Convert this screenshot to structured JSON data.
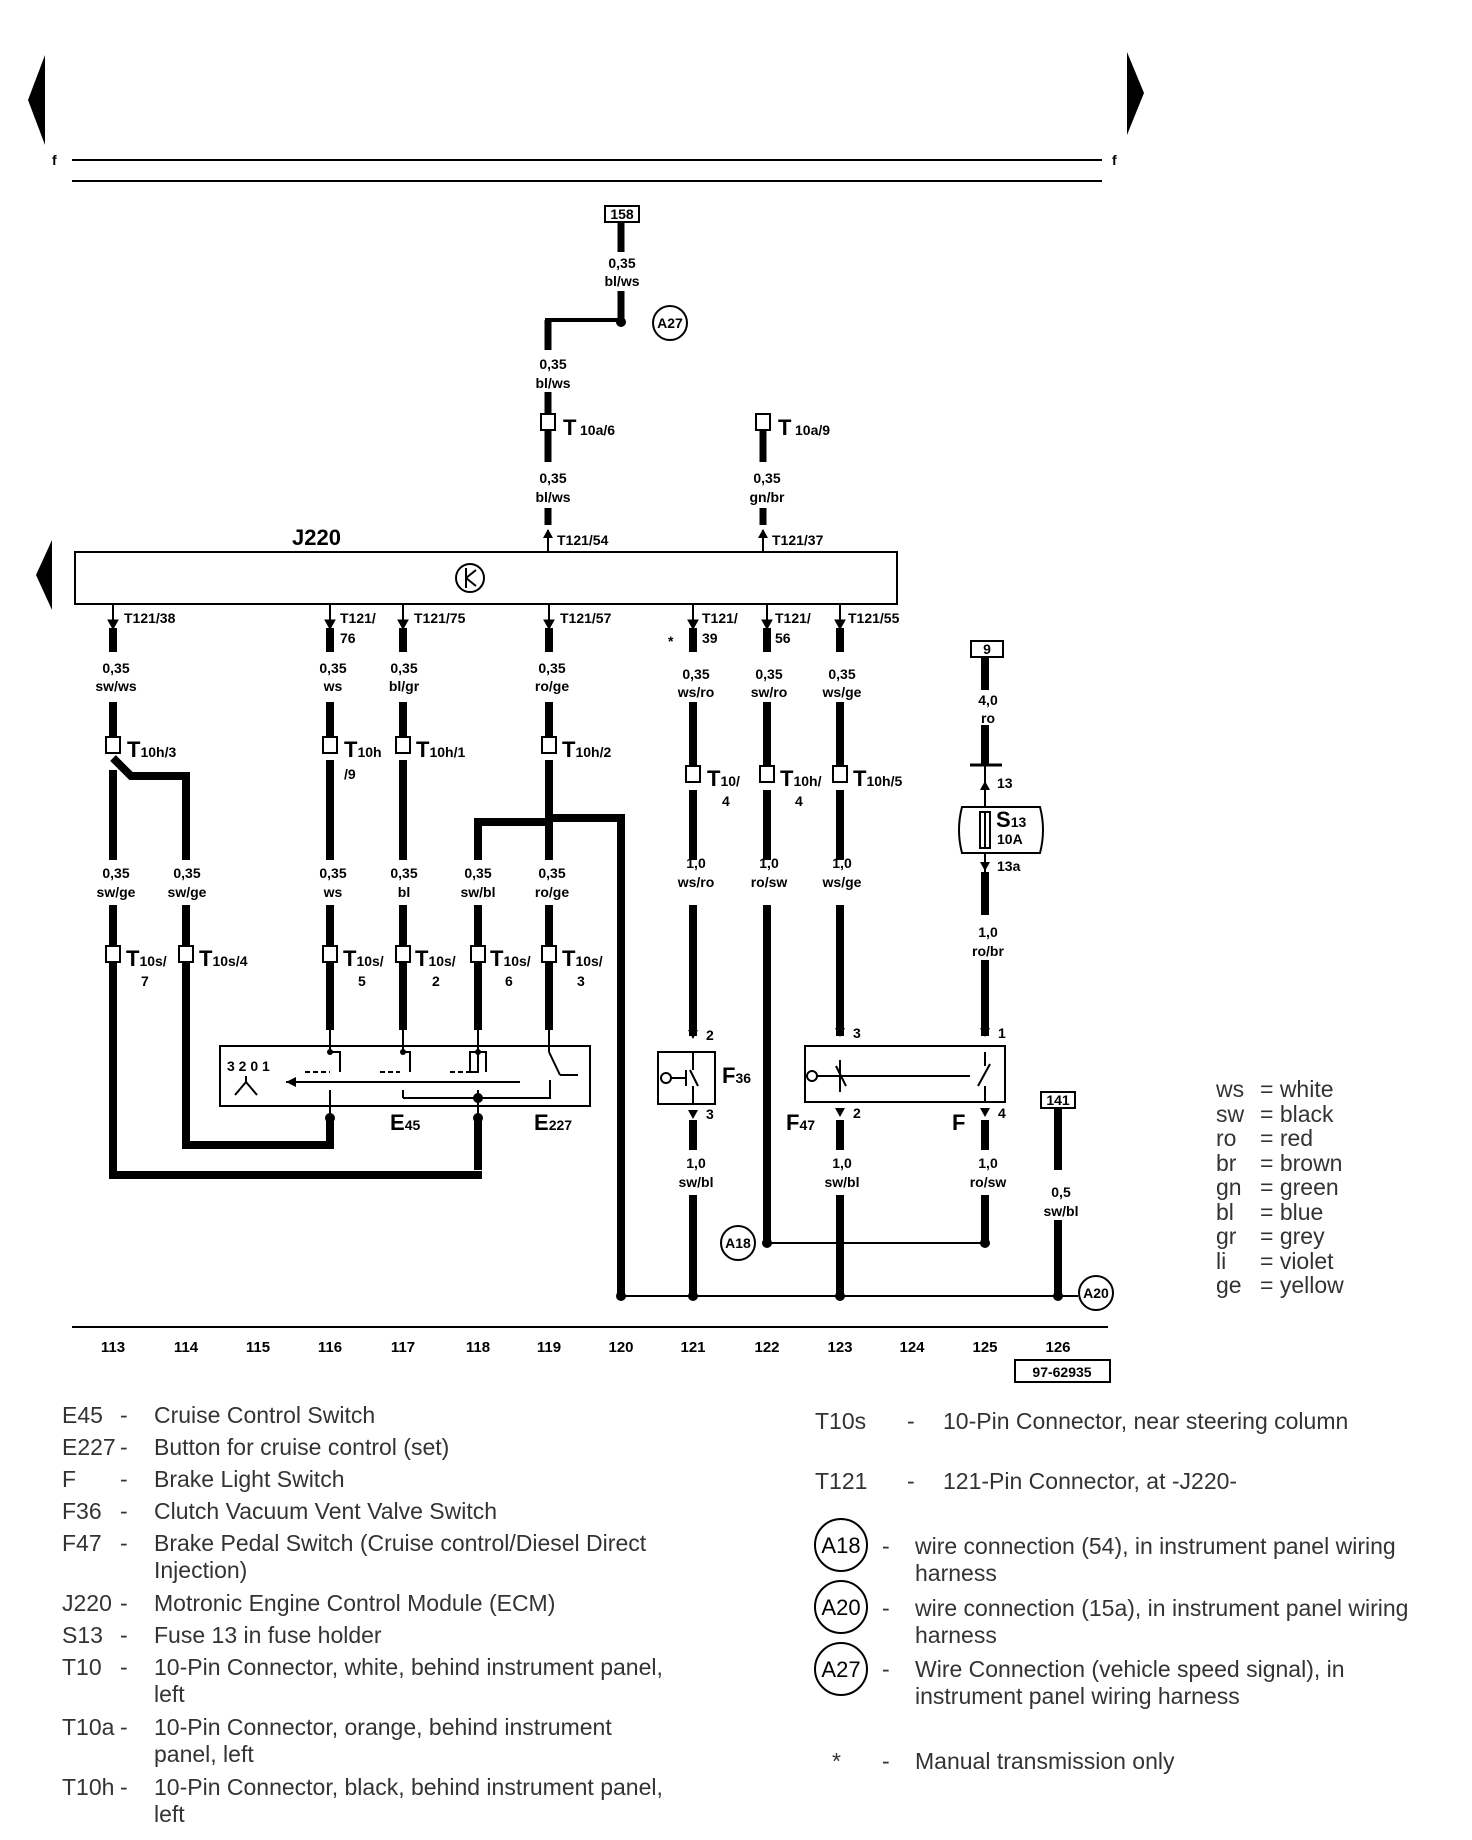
{
  "page_mark": "f",
  "module": {
    "label": "J220"
  },
  "ref_boxes": {
    "top": "158",
    "s13_feed": "9",
    "ground": "141",
    "drawing_no": "97-62935"
  },
  "wires": {
    "top_feed": {
      "size": "0,35",
      "color": "bl/ws"
    },
    "below_splice": {
      "size": "0,35",
      "color": "bl/ws"
    },
    "to_t121_54": {
      "size": "0,35",
      "color": "bl/ws"
    },
    "to_t121_37": {
      "size": "0,35",
      "color": "gn/br"
    },
    "c113_top": {
      "size": "0,35",
      "color": "sw/ws"
    },
    "c116_top": {
      "size": "0,35",
      "color": "ws"
    },
    "c117_top": {
      "size": "0,35",
      "color": "bl/gr"
    },
    "c119_top": {
      "size": "0,35",
      "color": "ro/ge"
    },
    "c121_top": {
      "size": "0,35",
      "color": "ws/ro"
    },
    "c122_top": {
      "size": "0,35",
      "color": "sw/ro"
    },
    "c123_top": {
      "size": "0,35",
      "color": "ws/ge"
    },
    "c125_top": {
      "size": "4,0",
      "color": "ro"
    },
    "c113_mid": {
      "size": "0,35",
      "color": "sw/ge"
    },
    "c114_mid": {
      "size": "0,35",
      "color": "sw/ge"
    },
    "c116_mid": {
      "size": "0,35",
      "color": "ws"
    },
    "c117_mid": {
      "size": "0,35",
      "color": "bl"
    },
    "c118_mid": {
      "size": "0,35",
      "color": "sw/bl"
    },
    "c119_mid": {
      "size": "0,35",
      "color": "ro/ge"
    },
    "c121_mid": {
      "size": "1,0",
      "color": "ws/ro"
    },
    "c122_mid": {
      "size": "1,0",
      "color": "ro/sw"
    },
    "c123_mid": {
      "size": "1,0",
      "color": "ws/ge"
    },
    "c125_mid": {
      "size": "1,0",
      "color": "ro/br"
    },
    "c121_bot": {
      "size": "1,0",
      "color": "sw/bl"
    },
    "c123_bot": {
      "size": "1,0",
      "color": "sw/bl"
    },
    "c125_bot": {
      "size": "1,0",
      "color": "ro/sw"
    },
    "c126_bot": {
      "size": "0,5",
      "color": "sw/bl"
    }
  },
  "pins": {
    "t121_54": "T121/54",
    "t121_37": "T121/37",
    "t121_38": "T121/38",
    "t121_76_a": "T121/",
    "t121_76_b": "76",
    "t121_75": "T121/75",
    "t121_57": "T121/57",
    "t121_39_a": "T121/",
    "t121_39_b": "39",
    "t121_56_a": "T121/",
    "t121_56_b": "56",
    "t121_55": "T121/55",
    "s13_in": "13",
    "s13_out": "13a",
    "f36_in": "2",
    "f36_out": "3",
    "f47_in": "3",
    "f47_out": "2",
    "f_in": "1",
    "f_out": "4",
    "e45_digits": "3 2 0 1",
    "asterisk": "*"
  },
  "connectors": {
    "t10a6": {
      "main": "T",
      "sub": "10a/6"
    },
    "t10a9": {
      "main": "T",
      "sub": "10a/9"
    },
    "t10h3": {
      "main": "T",
      "sub": "10h/3"
    },
    "t10h9": {
      "main": "T",
      "sub": "10h",
      "extra": "/9"
    },
    "t10h1": {
      "main": "T",
      "sub": "10h/1"
    },
    "t10h2": {
      "main": "T",
      "sub": "10h/2"
    },
    "t10_4": {
      "main": "T",
      "sub": "10/",
      "extra": "4"
    },
    "t10h4": {
      "main": "T",
      "sub": "10h/",
      "extra": "4"
    },
    "t10h5": {
      "main": "T",
      "sub": "10h/5"
    },
    "t10s7": {
      "main": "T",
      "sub": "10s/",
      "extra": "7"
    },
    "t10s4": {
      "main": "T",
      "sub": "10s/4"
    },
    "t10s5": {
      "main": "T",
      "sub": "10s/",
      "extra": "5"
    },
    "t10s2": {
      "main": "T",
      "sub": "10s/",
      "extra": "2"
    },
    "t10s6": {
      "main": "T",
      "sub": "10s/",
      "extra": "6"
    },
    "t10s3": {
      "main": "T",
      "sub": "10s/",
      "extra": "3"
    }
  },
  "components": {
    "e45": {
      "main": "E",
      "sub": "45"
    },
    "e227": {
      "main": "E",
      "sub": "227"
    },
    "f36": {
      "main": "F",
      "sub": "36"
    },
    "f47": {
      "main": "F",
      "sub": "47"
    },
    "f": {
      "main": "F"
    },
    "s13": {
      "main": "S",
      "sub": "13",
      "rating": "10A"
    }
  },
  "splices": {
    "a27": "A27",
    "a18": "A18",
    "a20": "A20"
  },
  "columns": [
    "113",
    "114",
    "115",
    "116",
    "117",
    "118",
    "119",
    "120",
    "121",
    "122",
    "123",
    "124",
    "125",
    "126"
  ],
  "color_codes": [
    {
      "code": "ws",
      "meaning": "= white"
    },
    {
      "code": "sw",
      "meaning": "= black"
    },
    {
      "code": "ro",
      "meaning": "= red"
    },
    {
      "code": "br",
      "meaning": "= brown"
    },
    {
      "code": "gn",
      "meaning": "= green"
    },
    {
      "code": "bl",
      "meaning": "= blue"
    },
    {
      "code": "gr",
      "meaning": "= grey"
    },
    {
      "code": "li",
      "meaning": "= violet"
    },
    {
      "code": "ge",
      "meaning": "= yellow"
    }
  ],
  "legend_left": [
    {
      "code": "E45",
      "dash": "-",
      "desc": "Cruise Control Switch"
    },
    {
      "code": "E227",
      "dash": "-",
      "desc": "Button for cruise control (set)"
    },
    {
      "code": "F",
      "dash": "-",
      "desc": "Brake Light Switch"
    },
    {
      "code": "F36",
      "dash": "-",
      "desc": "Clutch Vacuum Vent Valve Switch"
    },
    {
      "code": "F47",
      "dash": "-",
      "desc": "Brake Pedal Switch (Cruise control/Diesel Direct Injection)"
    },
    {
      "code": "J220",
      "dash": "-",
      "desc": "Motronic Engine Control Module (ECM)"
    },
    {
      "code": "S13",
      "dash": "-",
      "desc": "Fuse 13 in fuse holder"
    },
    {
      "code": "T10",
      "dash": "-",
      "desc": "10-Pin Connector, white, behind instrument panel, left"
    },
    {
      "code": "T10a",
      "dash": "-",
      "desc": "10-Pin Connector, orange, behind instrument panel, left"
    },
    {
      "code": "T10h",
      "dash": "-",
      "desc": "10-Pin Connector, black, behind instrument panel, left"
    }
  ],
  "legend_right": [
    {
      "code": "T10s",
      "dash": "-",
      "desc": "10-Pin Connector,  near steering column"
    },
    {
      "code": "T121",
      "dash": "-",
      "desc": "121-Pin Connector, at -J220-"
    },
    {
      "code": "A18",
      "dash": "-",
      "desc": "wire connection (54), in instrument panel wiring harness"
    },
    {
      "code": "A20",
      "dash": "-",
      "desc": "wire connection (15a), in instrument panel wiring harness"
    },
    {
      "code": "A27",
      "dash": "-",
      "desc": "Wire Connection (vehicle speed signal), in instrument panel wiring harness"
    },
    {
      "code": "*",
      "dash": "-",
      "desc": "Manual transmission only"
    }
  ]
}
